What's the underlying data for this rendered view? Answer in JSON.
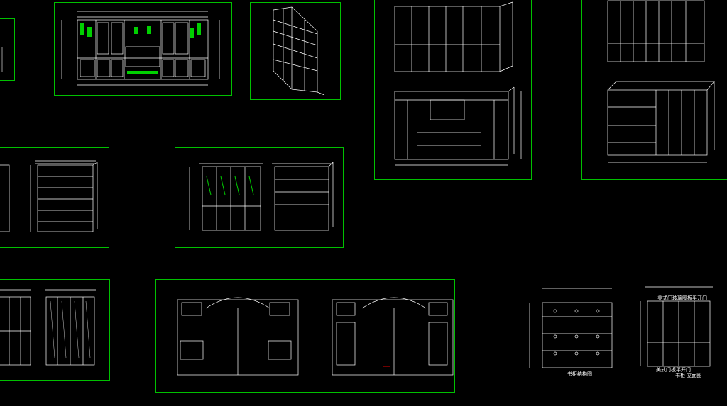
{
  "drawing": {
    "captions": {
      "bookcase_structure": "书柜结构图",
      "bookcase_elevation": "书柜 立面图",
      "door_top": "美式门玻璃隔板平开门",
      "door_bottom": "美式门板平开门"
    }
  },
  "colors": {
    "frame": "#00c000",
    "line": "#ffffff",
    "accent_green": "#00d000",
    "accent_red": "#e00000"
  }
}
